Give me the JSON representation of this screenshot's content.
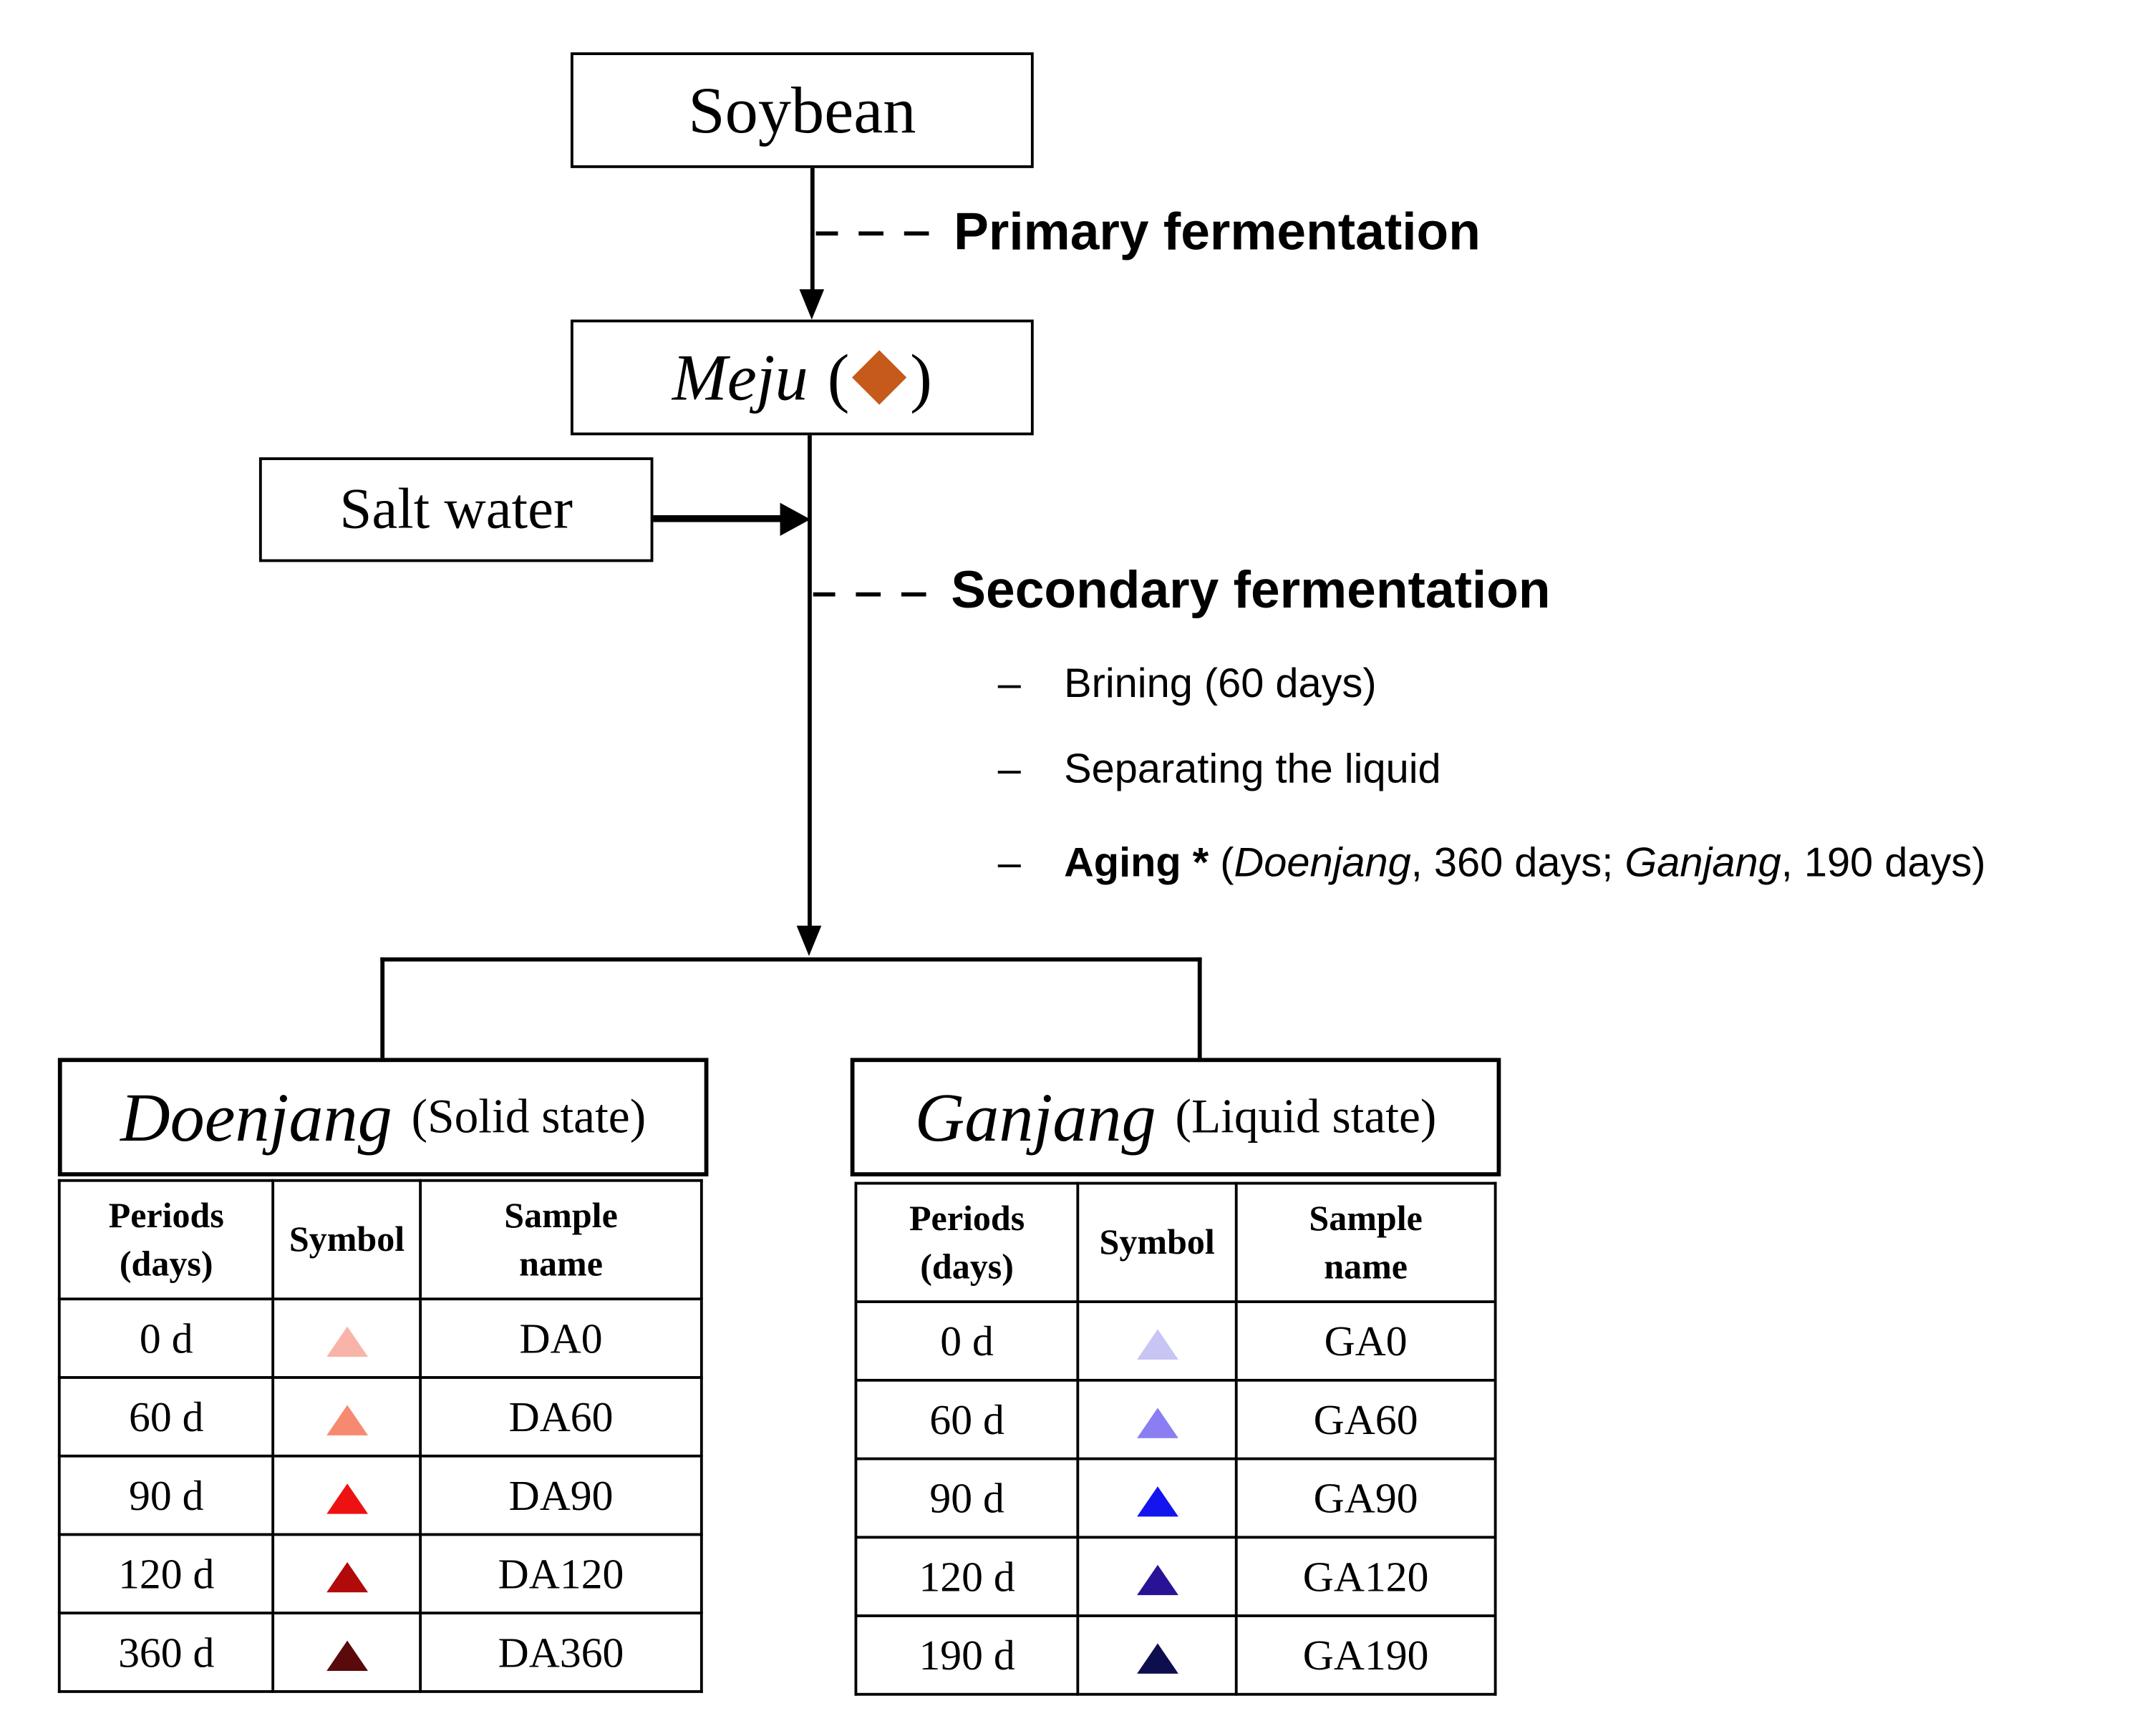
{
  "nodes": {
    "soybean": "Soybean",
    "meju_name": "Meju",
    "meju_open": "(",
    "meju_close": ")",
    "salt_water": "Salt water"
  },
  "stages": {
    "primary": "Primary fermentation",
    "secondary": "Secondary fermentation"
  },
  "steps": [
    {
      "bullet": "–",
      "text": "Brining (60 days)"
    },
    {
      "bullet": "–",
      "text": "Separating the liquid"
    }
  ],
  "aging": {
    "bullet": "–",
    "label": "Aging",
    "star": " * ",
    "open": "(",
    "doenjang": "Doenjang",
    "doenjang_days": ", 360 days; ",
    "ganjang": "Ganjang",
    "ganjang_days": ", 190 days)"
  },
  "tables": {
    "doenjang": {
      "name": "Doenjang",
      "state": "(Solid state)",
      "headers": {
        "periods_1": "Periods",
        "periods_2": "(days)",
        "symbol": "Symbol",
        "sample_1": "Sample",
        "sample_2": "name"
      },
      "rows": [
        {
          "period": "0 d",
          "symbol_color": "#f8b4a8",
          "sample": "DA0"
        },
        {
          "period": "60 d",
          "symbol_color": "#f58a70",
          "sample": "DA60"
        },
        {
          "period": "90 d",
          "symbol_color": "#ee1111",
          "sample": "DA90"
        },
        {
          "period": "120 d",
          "symbol_color": "#b00a0a",
          "sample": "DA120"
        },
        {
          "period": "360 d",
          "symbol_color": "#5a0a0a",
          "sample": "DA360"
        }
      ]
    },
    "ganjang": {
      "name": "Ganjang",
      "state": "(Liquid state)",
      "headers": {
        "periods_1": "Periods",
        "periods_2": "(days)",
        "symbol": "Symbol",
        "sample_1": "Sample",
        "sample_2": "name"
      },
      "rows": [
        {
          "period": "0 d",
          "symbol_color": "#c8c4f4",
          "sample": "GA0"
        },
        {
          "period": "60 d",
          "symbol_color": "#8a7ef2",
          "sample": "GA60"
        },
        {
          "period": "90 d",
          "symbol_color": "#1414ee",
          "sample": "GA90"
        },
        {
          "period": "120 d",
          "symbol_color": "#2a1296",
          "sample": "GA120"
        },
        {
          "period": "190 d",
          "symbol_color": "#0e0e4e",
          "sample": "GA190"
        }
      ]
    }
  },
  "colors": {
    "meju_symbol": "#c55a1a"
  },
  "icons": {
    "meju": "diamond",
    "samples": "triangle"
  }
}
